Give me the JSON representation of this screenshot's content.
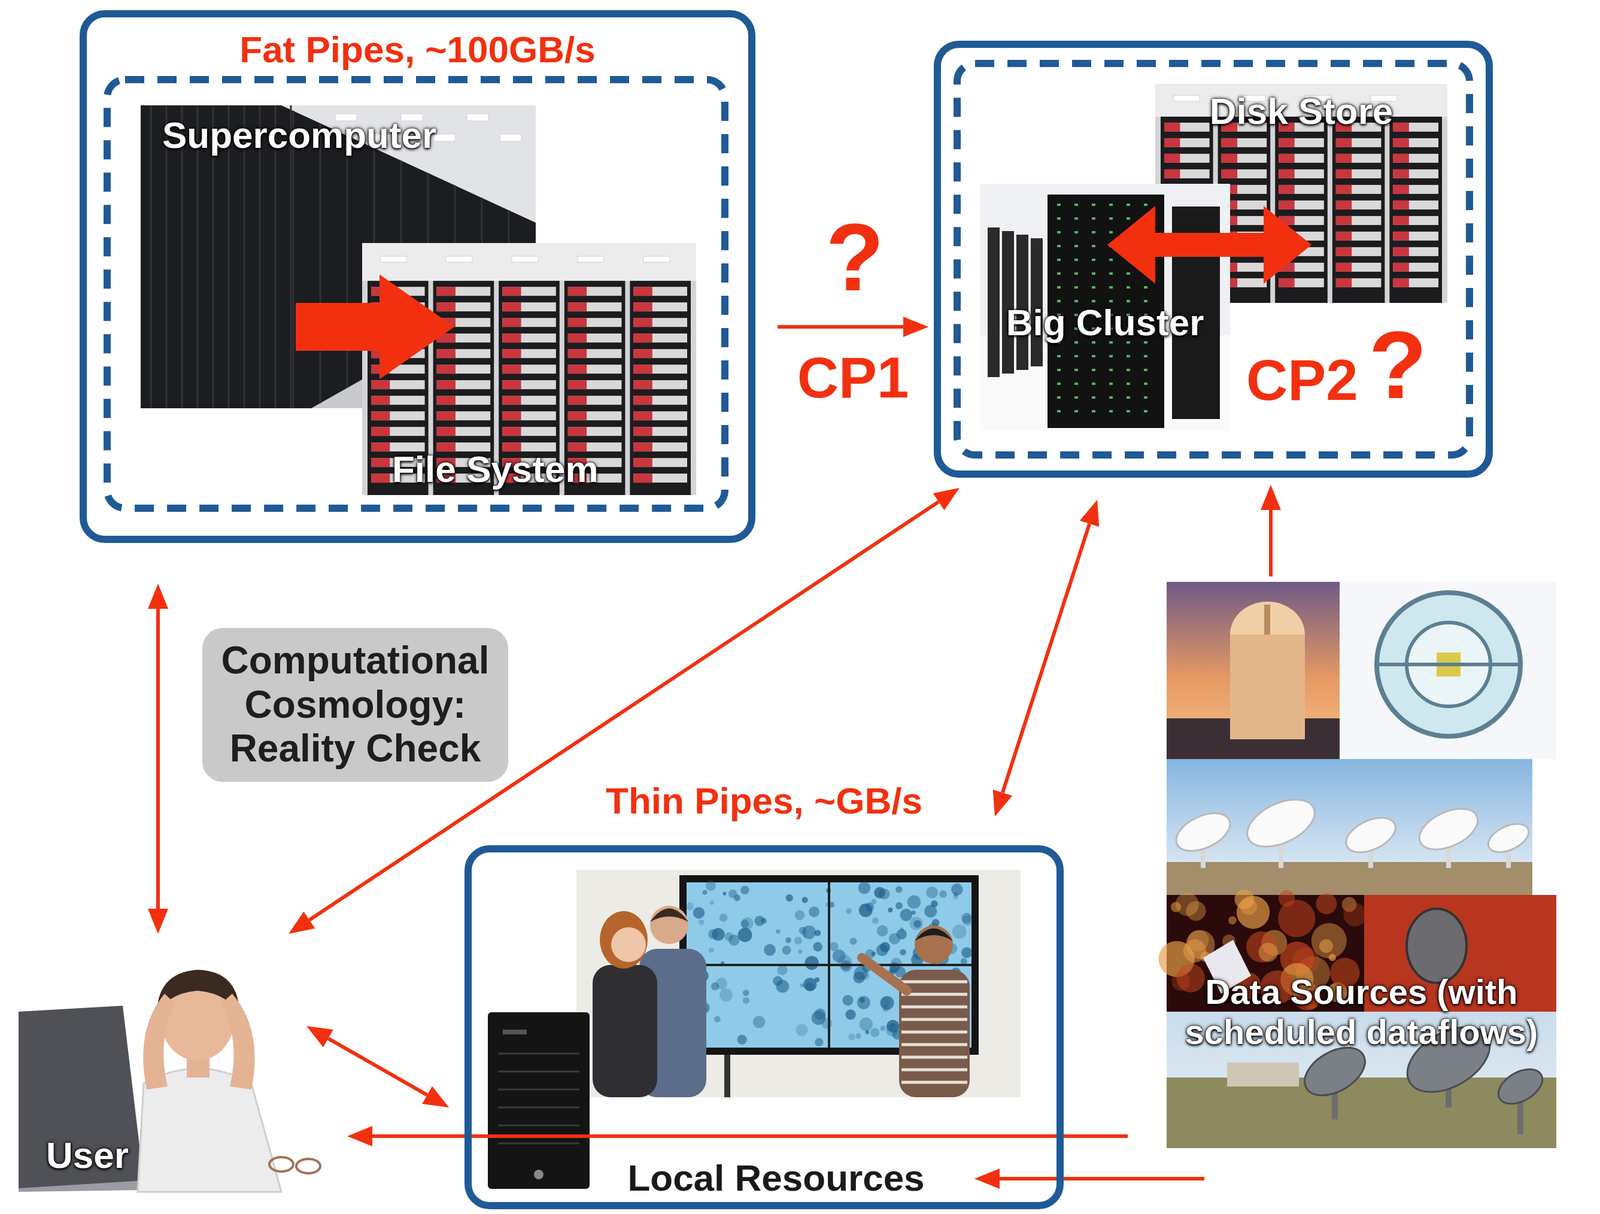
{
  "diagram": {
    "nodes": [
      {
        "text": [
          "Fat Pipes, ~100GB/s"
        ]
      },
      {
        "text": [
          "Supercomputer"
        ],
        "in": 0
      },
      {
        "text": [
          "File System"
        ],
        "in": 0
      },
      {
        "text": [
          "CP2"
        ]
      },
      {
        "text": [
          "Disk Store"
        ],
        "in": 3
      },
      {
        "text": [
          "Big Cluster"
        ],
        "in": 3
      },
      {
        "text": [
          "Thin Pipes, ~GB/s",
          "Local Resources"
        ]
      },
      {
        "text": [
          "Data Sources (with scheduled dataflows)"
        ]
      },
      {
        "text": [
          "User"
        ]
      },
      {
        "text": [
          "Computational Cosmology: Reality Check"
        ]
      }
    ],
    "edges": [
      {
        "from": 1,
        "to": 2,
        "arrow": "to"
      },
      {
        "from": 0,
        "to": 3,
        "label": "CP1",
        "arrow": "to"
      },
      {
        "from": 5,
        "to": 4,
        "arrow": "both"
      },
      {
        "from": 0,
        "to": 8,
        "arrow": "both"
      },
      {
        "from": 3,
        "to": 8,
        "arrow": "both"
      },
      {
        "from": 3,
        "to": 6,
        "arrow": "both"
      },
      {
        "from": 7,
        "to": 3,
        "arrow": "to"
      },
      {
        "from": 8,
        "to": 6,
        "arrow": "both"
      },
      {
        "from": 7,
        "to": 8,
        "arrow": "to"
      },
      {
        "from": 7,
        "to": 6,
        "arrow": "to"
      }
    ],
    "labels": [
      "?",
      "?"
    ]
  }
}
